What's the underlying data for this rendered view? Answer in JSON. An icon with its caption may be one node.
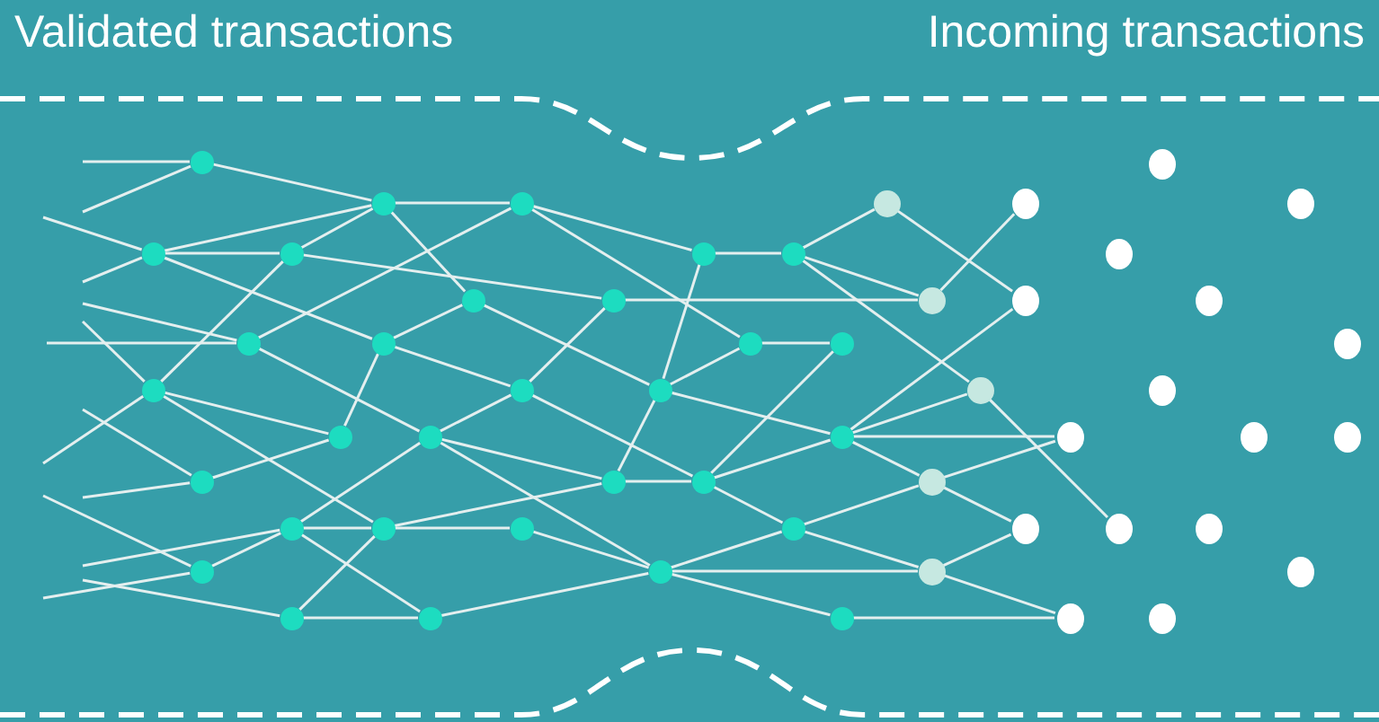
{
  "diagram": {
    "nodes": [
      {
        "text": [],
        "shape": "circle"
      },
      {
        "text": [],
        "shape": "circle"
      },
      {
        "text": [],
        "shape": "circle"
      },
      {
        "text": [],
        "shape": "circle"
      },
      {
        "text": [],
        "shape": "circle"
      },
      {
        "text": [],
        "shape": "circle"
      },
      {
        "text": [],
        "shape": "circle"
      },
      {
        "text": [],
        "shape": "circle"
      },
      {
        "text": [],
        "shape": "circle"
      },
      {
        "text": [],
        "shape": "circle"
      },
      {
        "text": [],
        "shape": "circle"
      },
      {
        "text": [],
        "shape": "circle"
      },
      {
        "text": [],
        "shape": "circle"
      },
      {
        "text": [],
        "shape": "circle"
      },
      {
        "text": [],
        "shape": "circle"
      },
      {
        "text": [],
        "shape": "circle"
      },
      {
        "text": [],
        "shape": "circle"
      },
      {
        "text": [],
        "shape": "circle"
      },
      {
        "text": [],
        "shape": "circle"
      },
      {
        "text": [],
        "shape": "circle"
      },
      {
        "text": [],
        "shape": "circle"
      },
      {
        "text": [],
        "shape": "circle"
      },
      {
        "text": [],
        "shape": "circle"
      },
      {
        "text": [],
        "shape": "circle"
      },
      {
        "text": [],
        "shape": "circle"
      },
      {
        "text": [],
        "shape": "circle"
      },
      {
        "text": [],
        "shape": "circle"
      },
      {
        "text": [],
        "shape": "circle"
      },
      {
        "text": [],
        "shape": "circle"
      },
      {
        "text": [],
        "shape": "circle"
      },
      {
        "text": [],
        "shape": "circle"
      },
      {
        "text": [],
        "shape": "circle"
      },
      {
        "text": [],
        "shape": "circle"
      },
      {
        "text": [],
        "shape": "circle"
      },
      {
        "text": [],
        "shape": "circle"
      },
      {
        "text": [],
        "shape": "circle"
      },
      {
        "text": [],
        "shape": "circle"
      },
      {
        "text": [],
        "shape": "circle"
      },
      {
        "text": [],
        "shape": "circle"
      },
      {
        "text": [],
        "shape": "circle"
      },
      {
        "text": [],
        "shape": "circle"
      },
      {
        "text": [],
        "shape": "circle"
      },
      {
        "text": [],
        "shape": "circle"
      },
      {
        "text": [],
        "shape": "circle"
      },
      {
        "text": [],
        "shape": "circle"
      },
      {
        "text": [],
        "shape": "circle"
      },
      {
        "text": [],
        "shape": "circle"
      },
      {
        "text": [],
        "shape": "circle"
      },
      {
        "text": [],
        "shape": "circle"
      },
      {
        "text": [],
        "shape": "circle"
      },
      {
        "text": [],
        "shape": "circle"
      },
      {
        "text": [],
        "shape": "circle"
      },
      {
        "text": [],
        "shape": "circle"
      }
    ],
    "edges": [
      {
        "from": null,
        "to": 0,
        "arrow": "none"
      },
      {
        "from": null,
        "to": 0,
        "arrow": "none"
      },
      {
        "from": null,
        "to": 2,
        "arrow": "none"
      },
      {
        "from": null,
        "to": 2,
        "arrow": "none"
      },
      {
        "from": null,
        "to": 5,
        "arrow": "none"
      },
      {
        "from": null,
        "to": 5,
        "arrow": "none"
      },
      {
        "from": null,
        "to": 7,
        "arrow": "none"
      },
      {
        "from": null,
        "to": 7,
        "arrow": "none"
      },
      {
        "from": null,
        "to": 10,
        "arrow": "none"
      },
      {
        "from": null,
        "to": 10,
        "arrow": "none"
      },
      {
        "from": null,
        "to": 13,
        "arrow": "none"
      },
      {
        "from": null,
        "to": 11,
        "arrow": "none"
      },
      {
        "from": null,
        "to": 14,
        "arrow": "none"
      },
      {
        "from": null,
        "to": 13,
        "arrow": "none"
      },
      {
        "from": 0,
        "to": 1,
        "arrow": "none"
      },
      {
        "from": 2,
        "to": 1,
        "arrow": "none"
      },
      {
        "from": 2,
        "to": 3,
        "arrow": "none"
      },
      {
        "from": 1,
        "to": 4,
        "arrow": "none"
      },
      {
        "from": 1,
        "to": 16,
        "arrow": "none"
      },
      {
        "from": 3,
        "to": 1,
        "arrow": "none"
      },
      {
        "from": 3,
        "to": 19,
        "arrow": "none"
      },
      {
        "from": 2,
        "to": 6,
        "arrow": "none"
      },
      {
        "from": 5,
        "to": 16,
        "arrow": "none"
      },
      {
        "from": 4,
        "to": 6,
        "arrow": "none"
      },
      {
        "from": 7,
        "to": 3,
        "arrow": "none"
      },
      {
        "from": 6,
        "to": 22,
        "arrow": "none"
      },
      {
        "from": 5,
        "to": 9,
        "arrow": "none"
      },
      {
        "from": 7,
        "to": 8,
        "arrow": "none"
      },
      {
        "from": 7,
        "to": 12,
        "arrow": "none"
      },
      {
        "from": 8,
        "to": 6,
        "arrow": "none"
      },
      {
        "from": 10,
        "to": 8,
        "arrow": "none"
      },
      {
        "from": 11,
        "to": 9,
        "arrow": "none"
      },
      {
        "from": 11,
        "to": 12,
        "arrow": "none"
      },
      {
        "from": 13,
        "to": 11,
        "arrow": "none"
      },
      {
        "from": 11,
        "to": 15,
        "arrow": "none"
      },
      {
        "from": 14,
        "to": 12,
        "arrow": "none"
      },
      {
        "from": 14,
        "to": 15,
        "arrow": "none"
      },
      {
        "from": 15,
        "to": 29,
        "arrow": "none"
      },
      {
        "from": 12,
        "to": 25,
        "arrow": "none"
      },
      {
        "from": 12,
        "to": 28,
        "arrow": "none"
      },
      {
        "from": 9,
        "to": 22,
        "arrow": "none"
      },
      {
        "from": 9,
        "to": 25,
        "arrow": "none"
      },
      {
        "from": 9,
        "to": 29,
        "arrow": "none"
      },
      {
        "from": 16,
        "to": 17,
        "arrow": "none"
      },
      {
        "from": 16,
        "to": 20,
        "arrow": "none"
      },
      {
        "from": 17,
        "to": 18,
        "arrow": "none"
      },
      {
        "from": 17,
        "to": 23,
        "arrow": "none"
      },
      {
        "from": 18,
        "to": 31,
        "arrow": "none"
      },
      {
        "from": 18,
        "to": 32,
        "arrow": "none"
      },
      {
        "from": 18,
        "to": 33,
        "arrow": "none"
      },
      {
        "from": 4,
        "to": 23,
        "arrow": "none"
      },
      {
        "from": 19,
        "to": 22,
        "arrow": "none"
      },
      {
        "from": 19,
        "to": 32,
        "arrow": "none"
      },
      {
        "from": 20,
        "to": 21,
        "arrow": "none"
      },
      {
        "from": 20,
        "to": 23,
        "arrow": "none"
      },
      {
        "from": 21,
        "to": 26,
        "arrow": "none"
      },
      {
        "from": 23,
        "to": 24,
        "arrow": "none"
      },
      {
        "from": 25,
        "to": 23,
        "arrow": "none"
      },
      {
        "from": 22,
        "to": 26,
        "arrow": "none"
      },
      {
        "from": 25,
        "to": 26,
        "arrow": "none"
      },
      {
        "from": 26,
        "to": 24,
        "arrow": "none"
      },
      {
        "from": 26,
        "to": 27,
        "arrow": "none"
      },
      {
        "from": 27,
        "to": 29,
        "arrow": "none"
      },
      {
        "from": 28,
        "to": 29,
        "arrow": "none"
      },
      {
        "from": 29,
        "to": 30,
        "arrow": "none"
      },
      {
        "from": 31,
        "to": 37,
        "arrow": "none"
      },
      {
        "from": 32,
        "to": 36,
        "arrow": "none"
      },
      {
        "from": 33,
        "to": 49,
        "arrow": "none"
      },
      {
        "from": 24,
        "to": 37,
        "arrow": "none"
      },
      {
        "from": 24,
        "to": 33,
        "arrow": "none"
      },
      {
        "from": 24,
        "to": 38,
        "arrow": "none"
      },
      {
        "from": 24,
        "to": 34,
        "arrow": "none"
      },
      {
        "from": 27,
        "to": 34,
        "arrow": "none"
      },
      {
        "from": 34,
        "to": 38,
        "arrow": "none"
      },
      {
        "from": 34,
        "to": 39,
        "arrow": "none"
      },
      {
        "from": 27,
        "to": 35,
        "arrow": "none"
      },
      {
        "from": 29,
        "to": 35,
        "arrow": "none"
      },
      {
        "from": 35,
        "to": 39,
        "arrow": "none"
      },
      {
        "from": 35,
        "to": 40,
        "arrow": "none"
      },
      {
        "from": 30,
        "to": 40,
        "arrow": "none"
      }
    ],
    "labels": [
      "Validated transactions",
      "Incoming transactions"
    ]
  }
}
